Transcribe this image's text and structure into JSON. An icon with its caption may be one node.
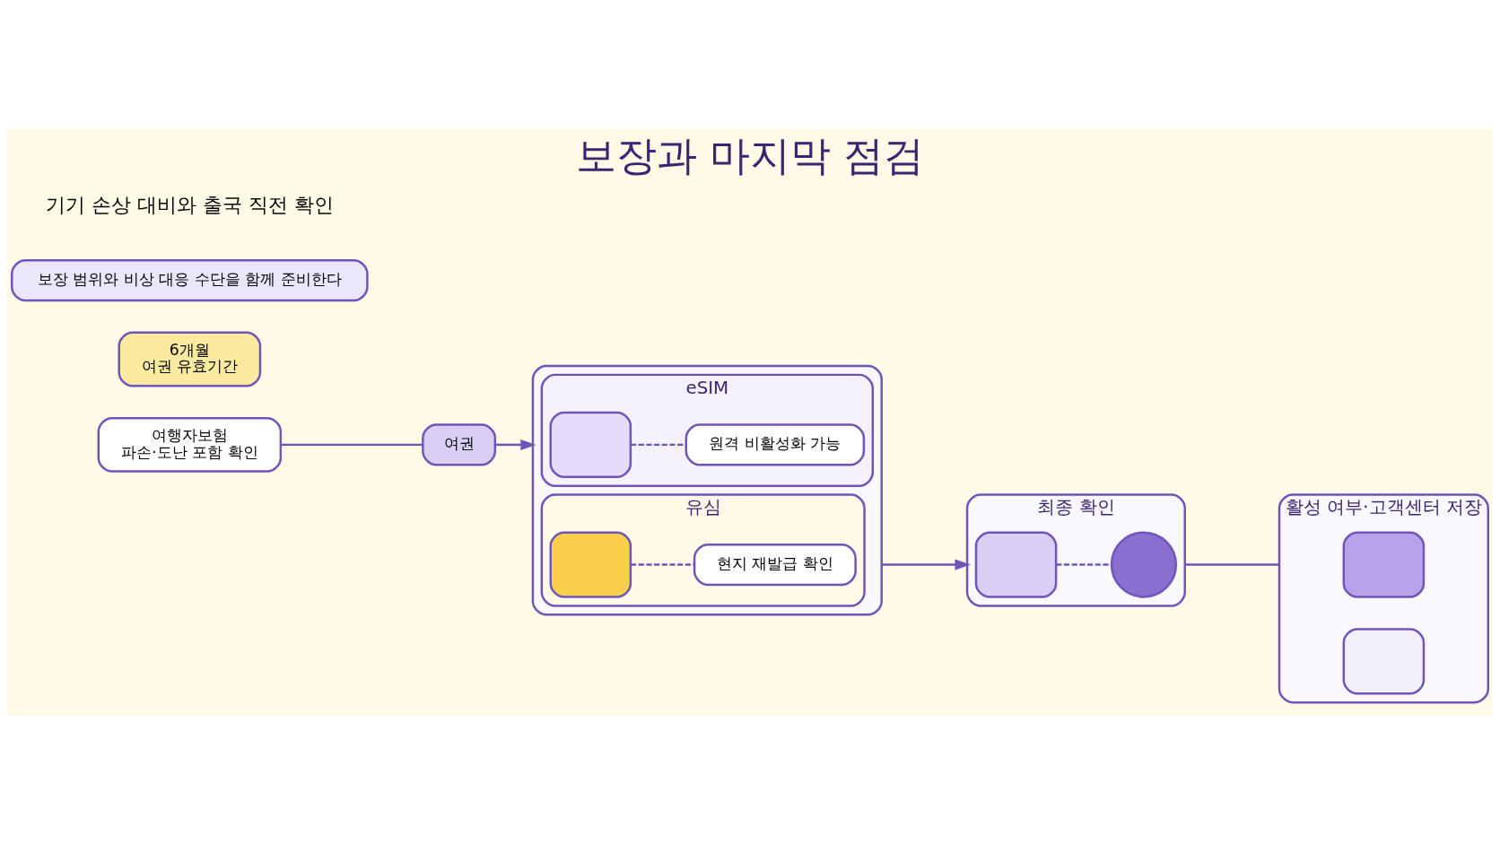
{
  "diagram": {
    "title": "보장과 마지막 점검",
    "nodes": [
      {
        "text": [
          "여행자보험",
          "파손·도난 포함 확인"
        ]
      },
      {
        "text": [
          "여권"
        ]
      },
      {
        "text": [
          "6개월",
          "여권 유효기간"
        ]
      },
      {
        "text": [],
        "shape": "box"
      },
      {
        "text": [
          "eSIM"
        ],
        "in": 3
      },
      {
        "text": [],
        "shape": "box",
        "in": 4
      },
      {
        "text": [
          "원격 비활성화 가능"
        ],
        "in": 4
      },
      {
        "text": [
          "유심"
        ],
        "in": 3
      },
      {
        "text": [],
        "shape": "box",
        "in": 7
      },
      {
        "text": [
          "현지 재발급 확인"
        ],
        "in": 7
      },
      {
        "text": [
          "최종 확인"
        ]
      },
      {
        "text": [],
        "shape": "box",
        "in": 10
      },
      {
        "text": [],
        "shape": "circle",
        "in": 10
      },
      {
        "text": [
          "활성 여부·고객센터 저장"
        ]
      },
      {
        "text": [],
        "shape": "box",
        "in": 13
      },
      {
        "text": [],
        "shape": "box",
        "in": 13
      },
      {
        "text": [
          "보장 범위와 비상 대응 수단을 함께 준비한다"
        ]
      }
    ],
    "edges": [
      {
        "from": 0,
        "to": 1,
        "arrow": "none"
      },
      {
        "from": 1,
        "to": 3,
        "arrow": "to"
      },
      {
        "from": 5,
        "to": 6,
        "arrow": "none",
        "style": "dashed"
      },
      {
        "from": 8,
        "to": 9,
        "arrow": "none",
        "style": "dashed"
      },
      {
        "from": 3,
        "to": 10,
        "arrow": "to"
      },
      {
        "from": 11,
        "to": 12,
        "arrow": "none",
        "style": "dashed"
      },
      {
        "from": 10,
        "to": 13,
        "arrow": "none"
      }
    ],
    "labels": [
      "기기 손상 대비와 출국 직전 확인"
    ]
  }
}
